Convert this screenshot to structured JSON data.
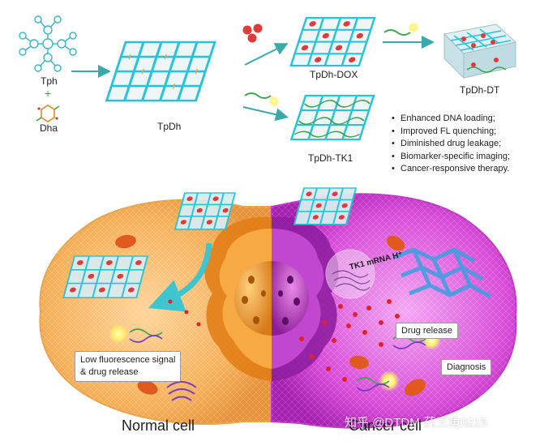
{
  "labels": {
    "tph": "Tph",
    "plus": "+",
    "dha": "Dha",
    "tpdh": "TpDh",
    "tpdh_dox": "TpDh-DOX",
    "tpdh_tk1": "TpDh-TK1",
    "tpdh_dt": "TpDh-DT"
  },
  "properties": [
    "Enhanced DNA loading;",
    "Improved FL quenching;",
    "Diminished drug leakage;",
    "Biomarker-specific imaging;",
    "Cancer-responsive therapy."
  ],
  "cells": {
    "normal_label": "Normal cell",
    "cancer_label": "Cancer cell",
    "normal_callout": [
      "Low fluorescence signal",
      "& drug release"
    ],
    "drug_release": "Drug release",
    "diagnosis": "Diagnosis",
    "mrna": "TK1 mRNA H⁺"
  },
  "watermark": "知乎 @DTDM-药三角0215",
  "colors": {
    "teal": "#3aa9a9",
    "cyan_frame": "#29c3d8",
    "dox_red": "#e03a3a",
    "normal_cell": "#f5b15a",
    "cancer_cell": "#d84ad8",
    "dna_green": "#3fa34d",
    "glow_yellow": "#fff36a"
  }
}
